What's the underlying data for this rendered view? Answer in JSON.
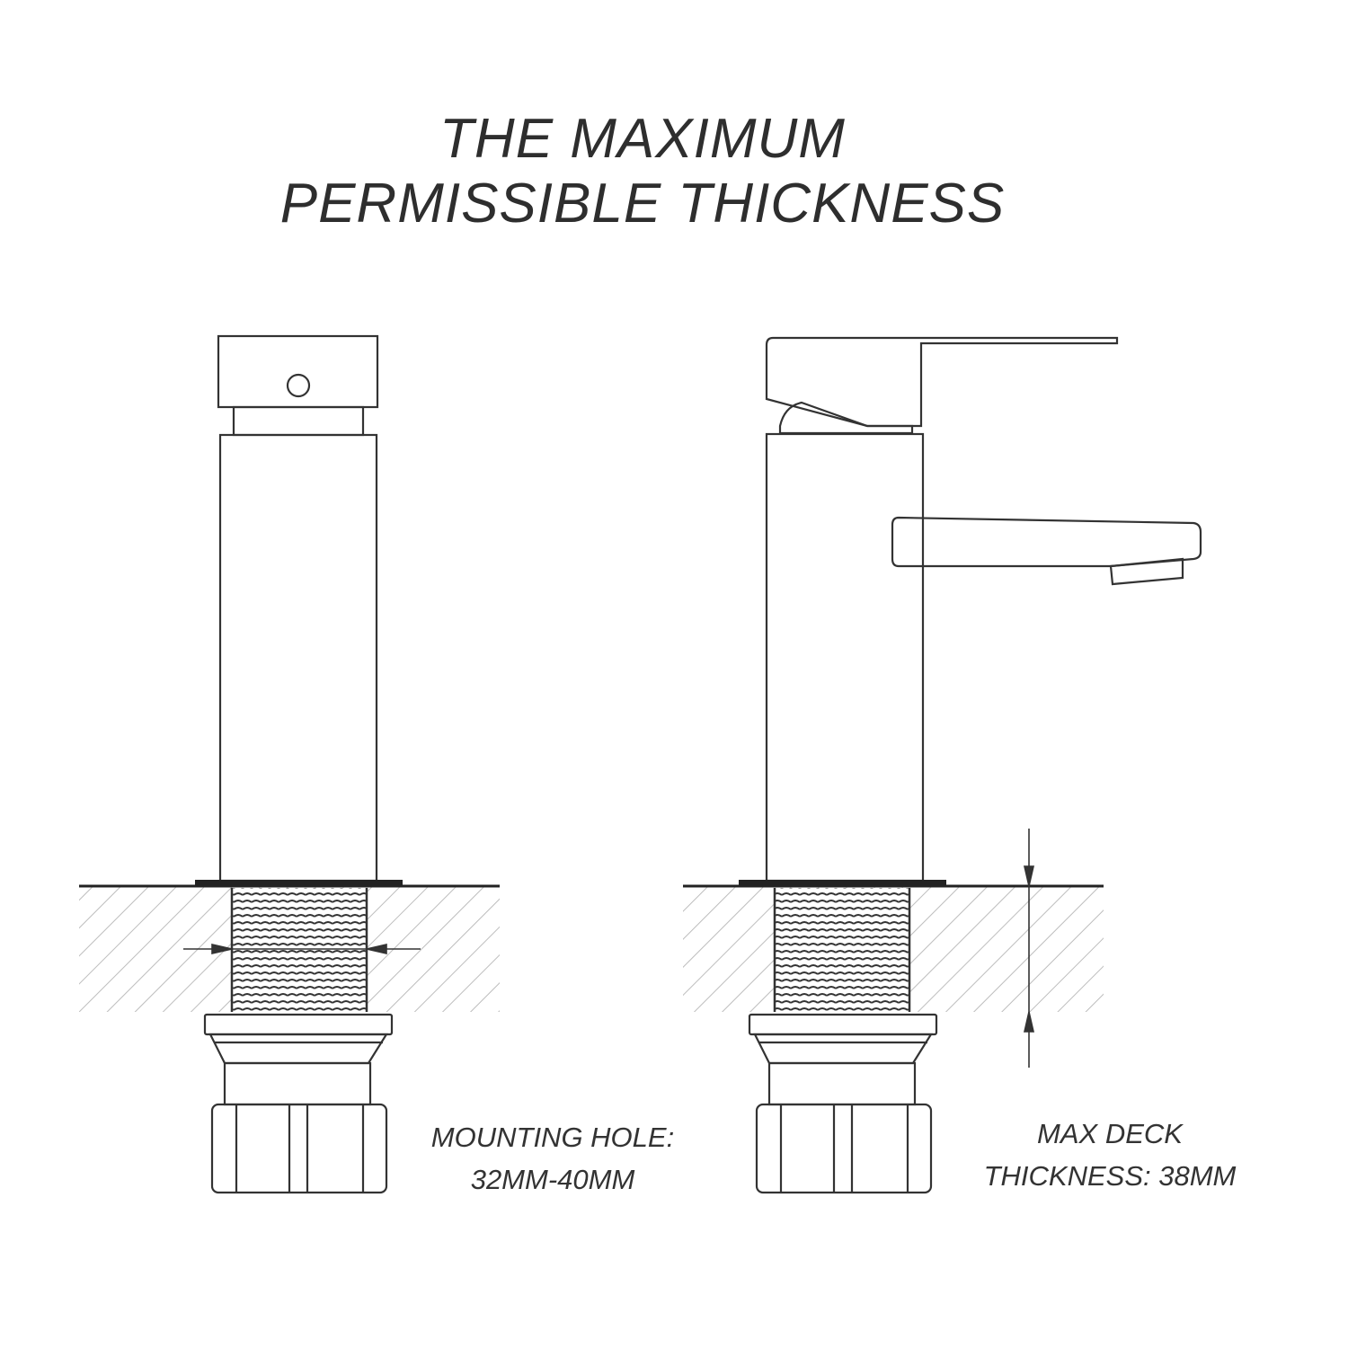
{
  "title": {
    "line1": "THE MAXIMUM",
    "line2": "PERMISSIBLE THICKNESS"
  },
  "left_callout": {
    "line1": "MOUNTING HOLE:",
    "line2": "32MM-40MM"
  },
  "right_callout": {
    "line1": "MAX DECK",
    "line2": "THICKNESS: 38MM"
  },
  "colors": {
    "line": "#333333",
    "hatch": "#c8c8c8",
    "background": "#ffffff"
  }
}
